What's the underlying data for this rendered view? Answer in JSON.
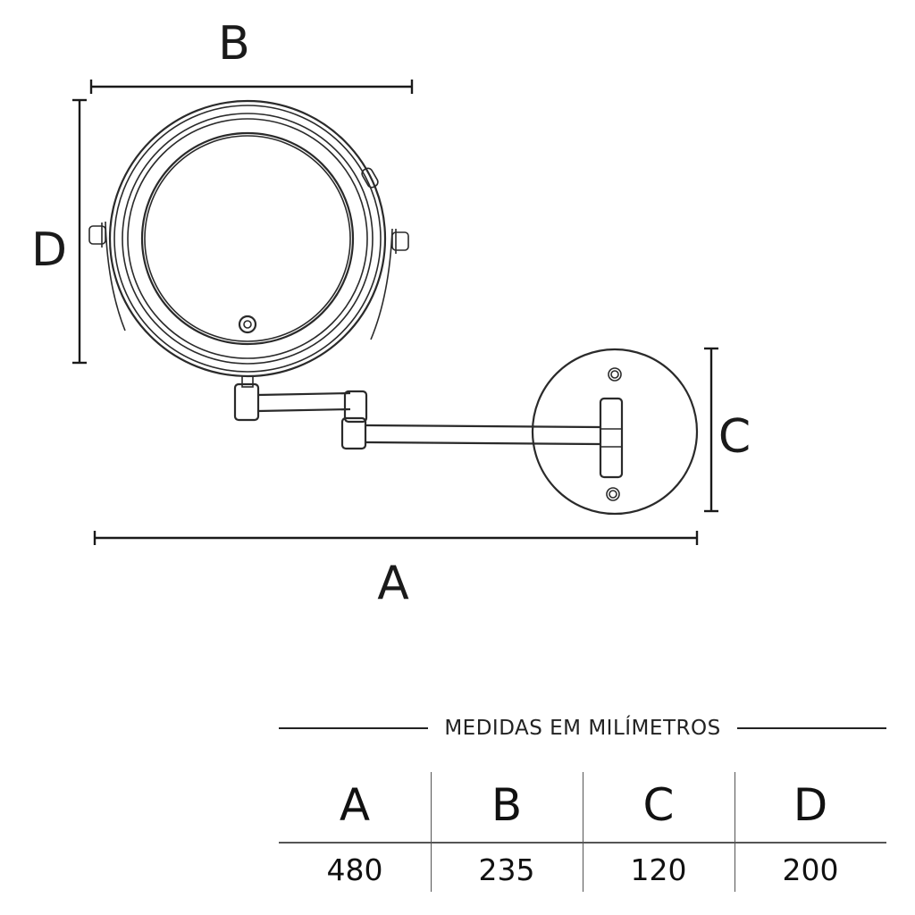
{
  "drawing": {
    "labels": {
      "a": "A",
      "b": "B",
      "c": "C",
      "d": "D"
    }
  },
  "specs": {
    "title": "MEDIDAS EM MILÍMETROS",
    "columns": [
      {
        "label": "A",
        "value": "480"
      },
      {
        "label": "B",
        "value": "235"
      },
      {
        "label": "C",
        "value": "120"
      },
      {
        "label": "D",
        "value": "200"
      }
    ]
  }
}
